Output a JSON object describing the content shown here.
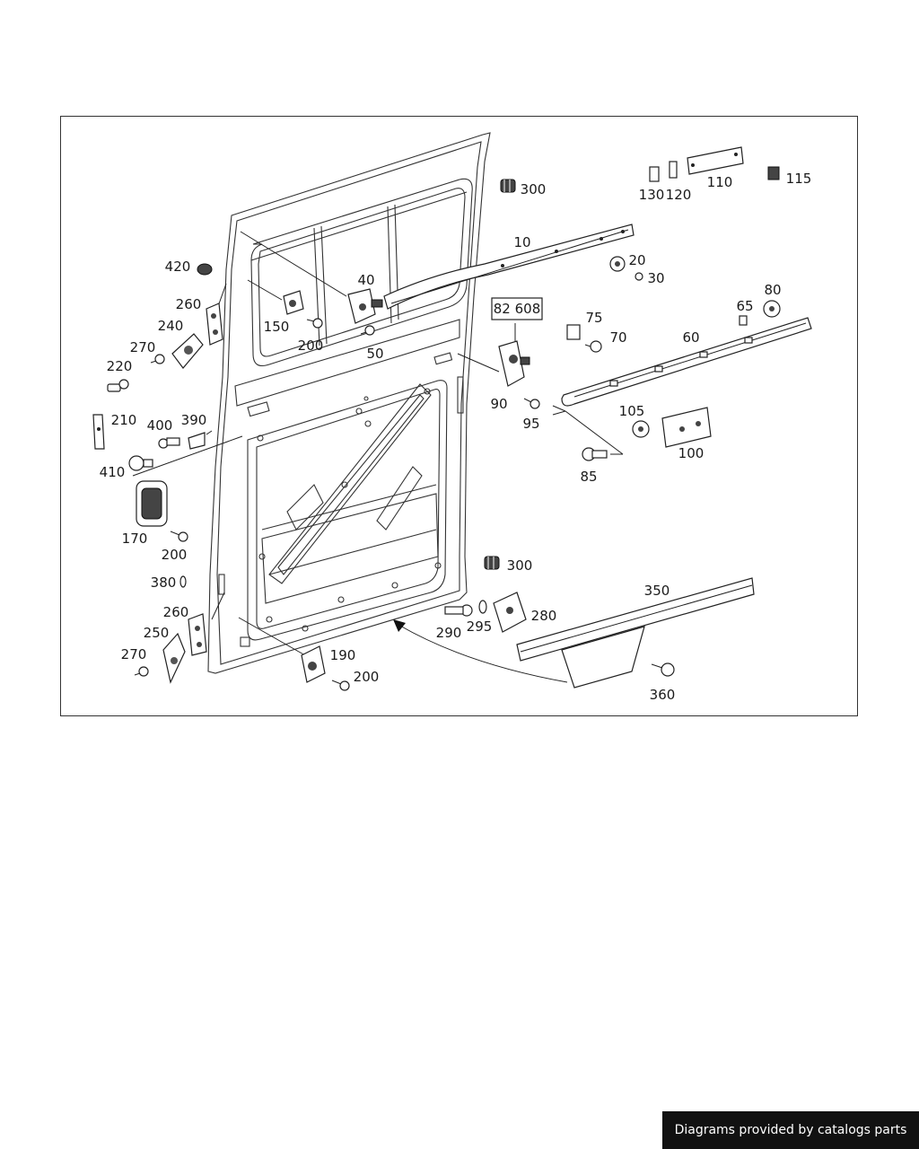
{
  "diagram": {
    "labels": {
      "p10": "10",
      "p20": "20",
      "p30": "30",
      "p40": "40",
      "p50": "50",
      "p60": "60",
      "p65": "65",
      "p70": "70",
      "p75": "75",
      "p80": "80",
      "p82608": "82 608",
      "p85": "85",
      "p90": "90",
      "p95": "95",
      "p100": "100",
      "p105": "105",
      "p110": "110",
      "p115": "115",
      "p120": "120",
      "p130": "130",
      "p150": "150",
      "p170": "170",
      "p190": "190",
      "p200a": "200",
      "p200b": "200",
      "p200c": "200",
      "p210": "210",
      "p220": "220",
      "p240": "240",
      "p250": "250",
      "p260a": "260",
      "p260b": "260",
      "p270a": "270",
      "p270b": "270",
      "p280": "280",
      "p290": "290",
      "p295": "295",
      "p300a": "300",
      "p300b": "300",
      "p350": "350",
      "p360": "360",
      "p380": "380",
      "p390": "390",
      "p400": "400",
      "p410": "410",
      "p420": "420"
    }
  },
  "footer": {
    "text": "Diagrams provided by catalogs parts"
  }
}
